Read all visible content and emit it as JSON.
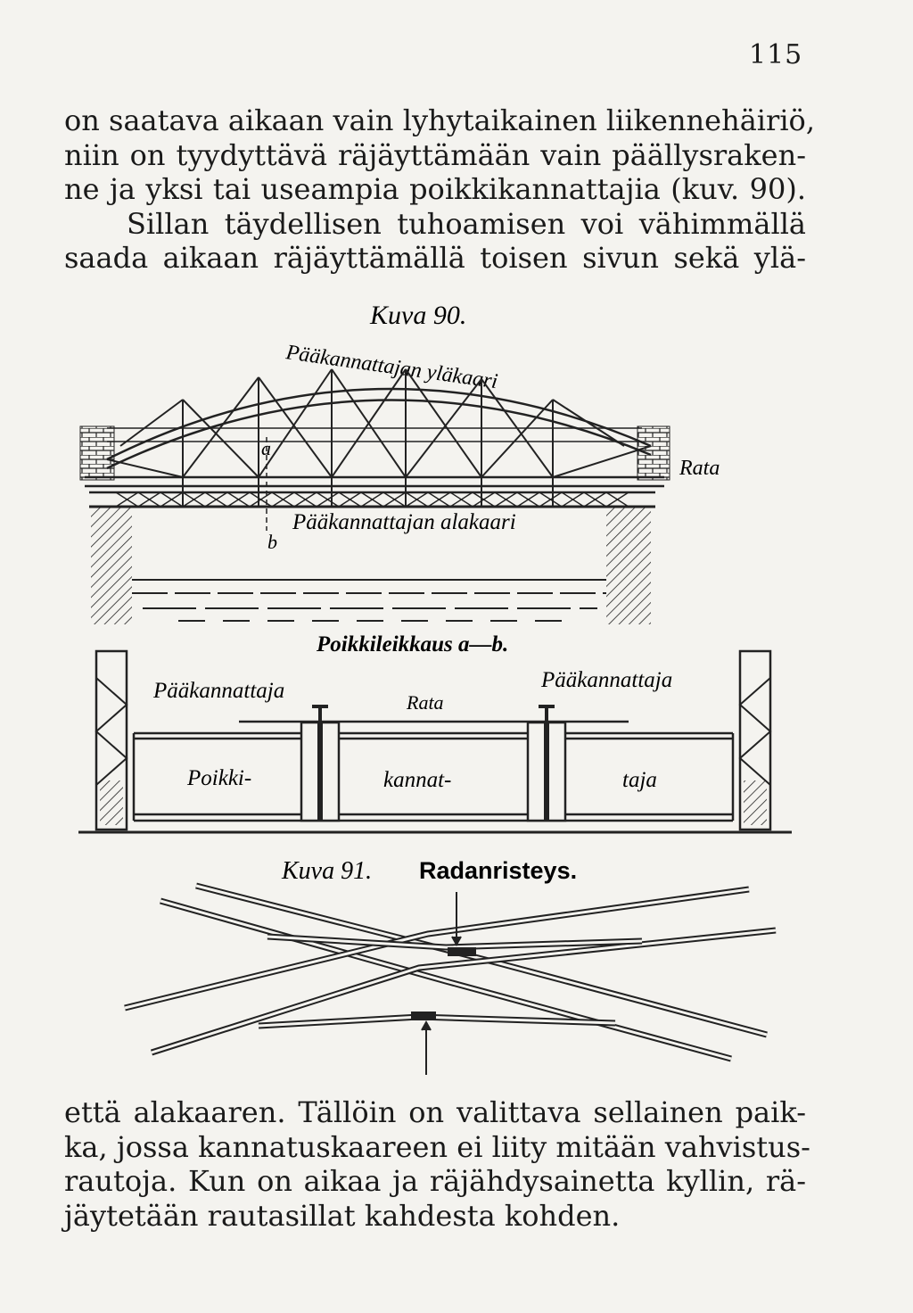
{
  "page": {
    "number": "115"
  },
  "paragraph_top": {
    "lines": [
      "on saatava aikaan vain lyhytaikainen liikennehäiriö,",
      "niin on tyydyttävä räjäyttämään vain päällysraken-",
      "ne ja yksi tai useampia poikkikannattajia (kuv. 90).",
      "Sillan täydellisen tuhoamisen voi vähimmällä",
      "saada aikaan räjäyttämällä toisen sivun sekä ylä-"
    ]
  },
  "figure_90": {
    "caption": "Kuva 90.",
    "label_upper_chord": "Pääkannattajan yläkaari",
    "label_track": "Rata",
    "label_lower_chord": "Pääkannattajan alakaari",
    "marker_a": "a",
    "marker_b": "b",
    "section_caption": "Poikkileikkaus a—b.",
    "label_main_girder_left": "Pääkannattaja",
    "label_main_girder_right": "Pääkannattaja",
    "label_section_track": "Rata",
    "crossbeam_part1": "Poikki-",
    "crossbeam_part2": "kannat-",
    "crossbeam_part3": "taja"
  },
  "figure_91": {
    "caption_number": "Kuva 91.",
    "caption_title": "Radanristeys."
  },
  "paragraph_bottom": {
    "lines": [
      "että alakaaren. Tällöin on valittava sellainen paik-",
      "ka, jossa kannatuskaareen ei liity mitään vahvistus-",
      "rautoja. Kun on aikaa ja räjähdysainetta kyllin, rä-",
      "jäytetään rautasillat kahdesta kohden."
    ]
  }
}
